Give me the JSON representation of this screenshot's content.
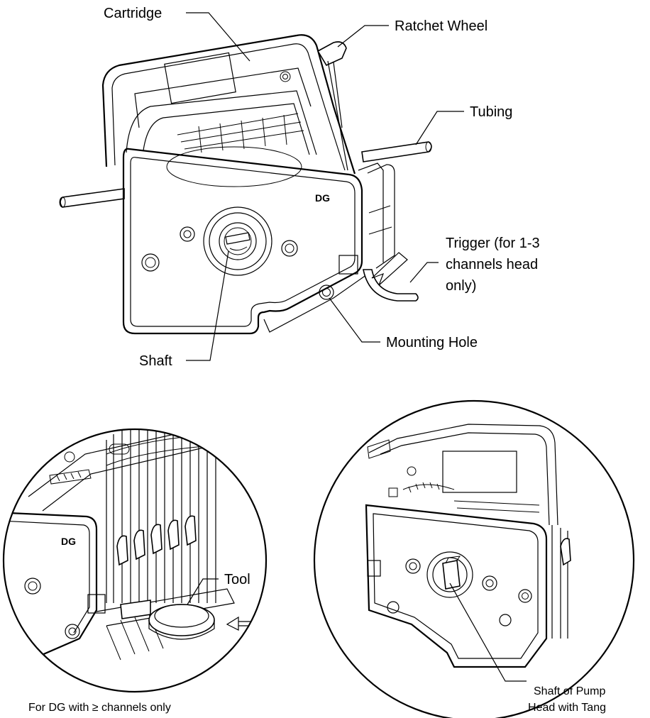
{
  "labels": {
    "cartridge": "Cartridge",
    "ratchet_wheel": "Ratchet Wheel",
    "tubing": "Tubing",
    "trigger_line1": "Trigger (for 1-3",
    "trigger_line2": "channels head",
    "trigger_line3": "only)",
    "mounting_hole": "Mounting Hole",
    "shaft": "Shaft",
    "tool": "Tool",
    "shaft_tang_line1": "Shaft of Pump",
    "shaft_tang_line2": "Head with Tang"
  },
  "captions": {
    "left_detail": "For DG with ≥ channels only"
  },
  "marks": {
    "dg_main": "DG",
    "dg_detail": "DG"
  }
}
